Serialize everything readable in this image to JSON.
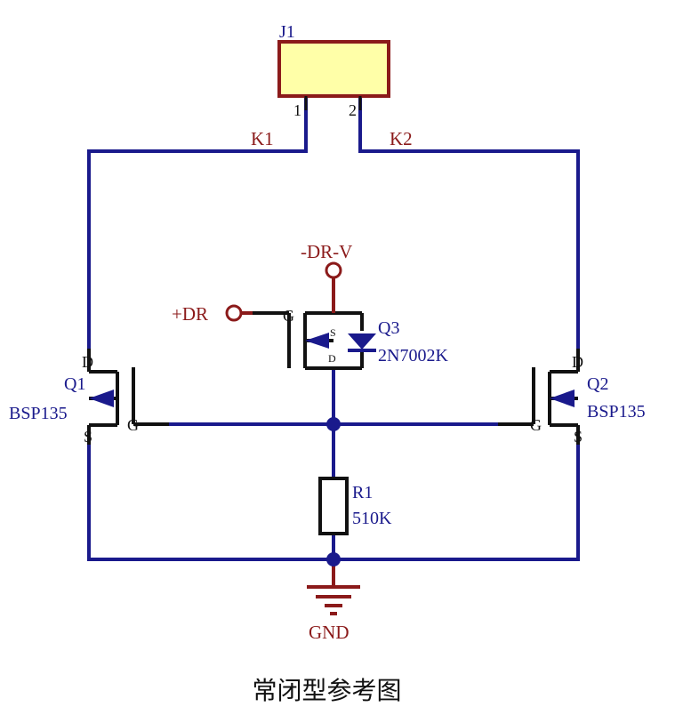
{
  "connector": {
    "ref": "J1",
    "pin1": "1",
    "pin2": "2",
    "net1": "K1",
    "net2": "K2"
  },
  "ports": {
    "drv": "-DR-V",
    "dr": "+DR",
    "gnd": "GND"
  },
  "q1": {
    "ref": "Q1",
    "part": "BSP135",
    "d": "D",
    "g": "G",
    "s": "S"
  },
  "q2": {
    "ref": "Q2",
    "part": "BSP135",
    "d": "D",
    "g": "G",
    "s": "S"
  },
  "q3": {
    "ref": "Q3",
    "part": "2N7002K",
    "g": "G",
    "s": "S",
    "d": "D"
  },
  "r1": {
    "ref": "R1",
    "value": "510K"
  },
  "caption": "常闭型参考图",
  "colors": {
    "wire": "#1a1a8c",
    "port": "#8b1a1a",
    "connector_fill": "#ffffa8"
  }
}
